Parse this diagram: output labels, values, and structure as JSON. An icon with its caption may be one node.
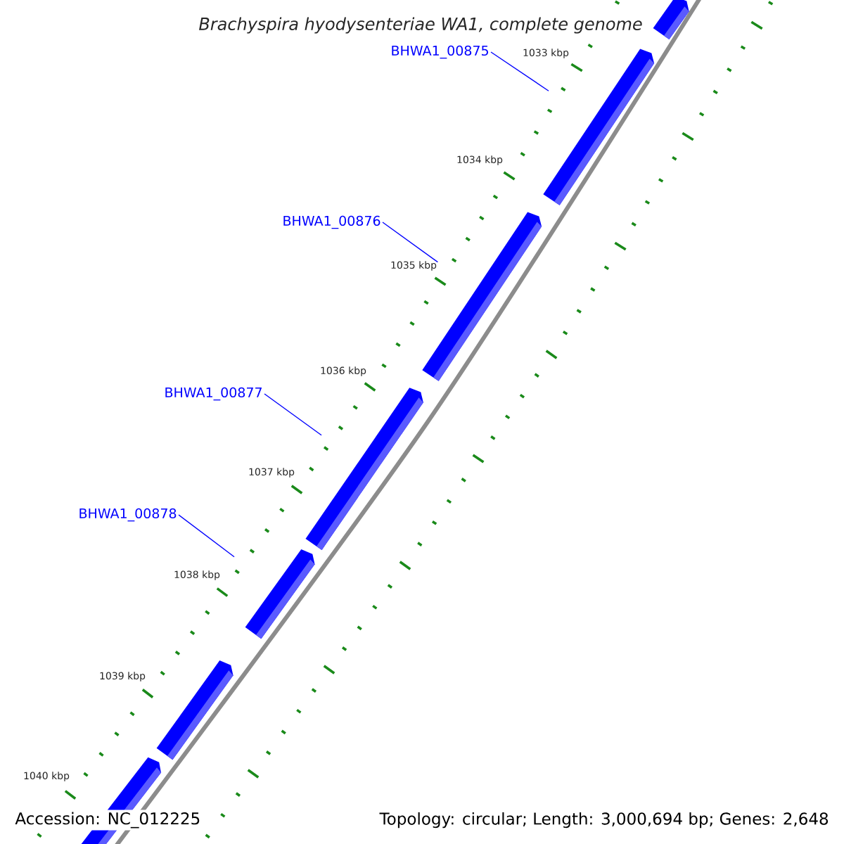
{
  "diagram": {
    "title": "Brachyspira hyodysenteriae WA1, complete genome",
    "nodes": [
      {
        "text": [
          "BHWA1_00875"
        ]
      },
      {
        "text": [
          "BHWA1_00876"
        ]
      },
      {
        "text": [
          "BHWA1_00877"
        ]
      },
      {
        "text": [
          "BHWA1_00878"
        ]
      },
      {
        "text": [],
        "shape": "arrow"
      },
      {
        "text": [],
        "shape": "arrow"
      },
      {
        "text": [],
        "shape": "arrow"
      },
      {
        "text": [],
        "shape": "arrow"
      },
      {
        "text": [],
        "shape": "arrow"
      },
      {
        "text": [],
        "shape": "arrow"
      },
      {
        "text": [],
        "shape": "arrow"
      }
    ],
    "edges": [
      {
        "from": 0,
        "to": 5,
        "arrow": "none"
      },
      {
        "from": 1,
        "to": 6,
        "arrow": "none"
      },
      {
        "from": 2,
        "to": 7,
        "arrow": "none"
      },
      {
        "from": 3,
        "to": 8,
        "arrow": "none"
      }
    ],
    "labels": [
      "1033 kbp",
      "1034 kbp",
      "1035 kbp",
      "1036 kbp",
      "1037 kbp",
      "1038 kbp",
      "1039 kbp",
      "1040 kbp",
      "Accession: NC_012225",
      "Topology: circular; Length: 3,000,694 bp; Genes: 2,648"
    ]
  }
}
